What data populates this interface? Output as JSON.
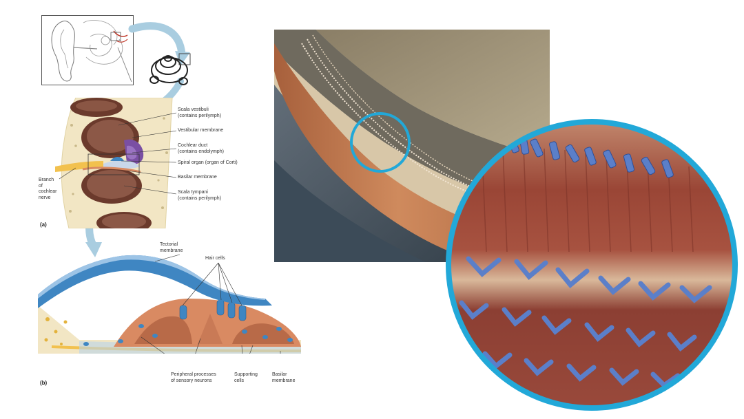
{
  "panel_a": {
    "tag": "(a)",
    "labels": {
      "scala_vestibuli": "Scala vestibuli\n(contains perilymph)",
      "vestibular_membrane": "Vestibular membrane",
      "cochlear_duct": "Cochlear duct\n(contains endolymph)",
      "spiral_organ": "Spiral organ (organ of Corti)",
      "basilar_membrane": "Basilar membrane",
      "scala_tympani": "Scala tympani\n(contains perilymph)",
      "branch_nerve": "Branch\nof\ncochlear\nnerve"
    }
  },
  "panel_b": {
    "tag": "(b)",
    "labels": {
      "tectorial_membrane": "Tectorial\nmembrane",
      "hair_cells": "Hair cells",
      "peripheral_processes": "Peripheral processes\nof sensory neurons",
      "supporting_cells": "Supporting\ncells",
      "basilar_membrane": "Basilar\nmembrane"
    }
  },
  "colors": {
    "arrow": "#a9cde0",
    "highlight_ring": "#22a8d8",
    "tectorial": "#3f86c2",
    "tissue": "#d98a62",
    "bone": "#f2e6c4",
    "nerve": "#f2c14e",
    "purple": "#7a4fa3",
    "sem_bg": "#3c4b58",
    "sem_tissue": "#c67a4f",
    "micro_bg": "#9a4636",
    "stereocilia": "#5b7fc9"
  }
}
